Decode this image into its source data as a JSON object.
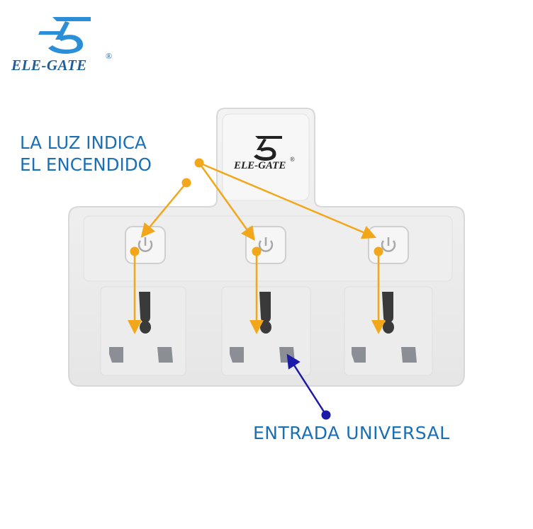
{
  "brand": {
    "name": "ELE-GATE",
    "registered_mark": "®",
    "logo_icon": "stylized-E-icon",
    "color": "#1f5e9c"
  },
  "product": {
    "tab_brand": "ELE-GATE",
    "tab_registered_mark": "®",
    "body_color": "#ececec",
    "outlet_count": 3,
    "power_icon": "power-icon"
  },
  "callouts": {
    "power_line1": "LA LUZ INDICA",
    "power_line2": "EL ENCENDIDO",
    "universal": "ENTRADA UNIVERSAL",
    "power_arrow_color": "#f2a71b",
    "universal_arrow_color": "#1c1aa8",
    "text_color": "#1b6fb5"
  }
}
